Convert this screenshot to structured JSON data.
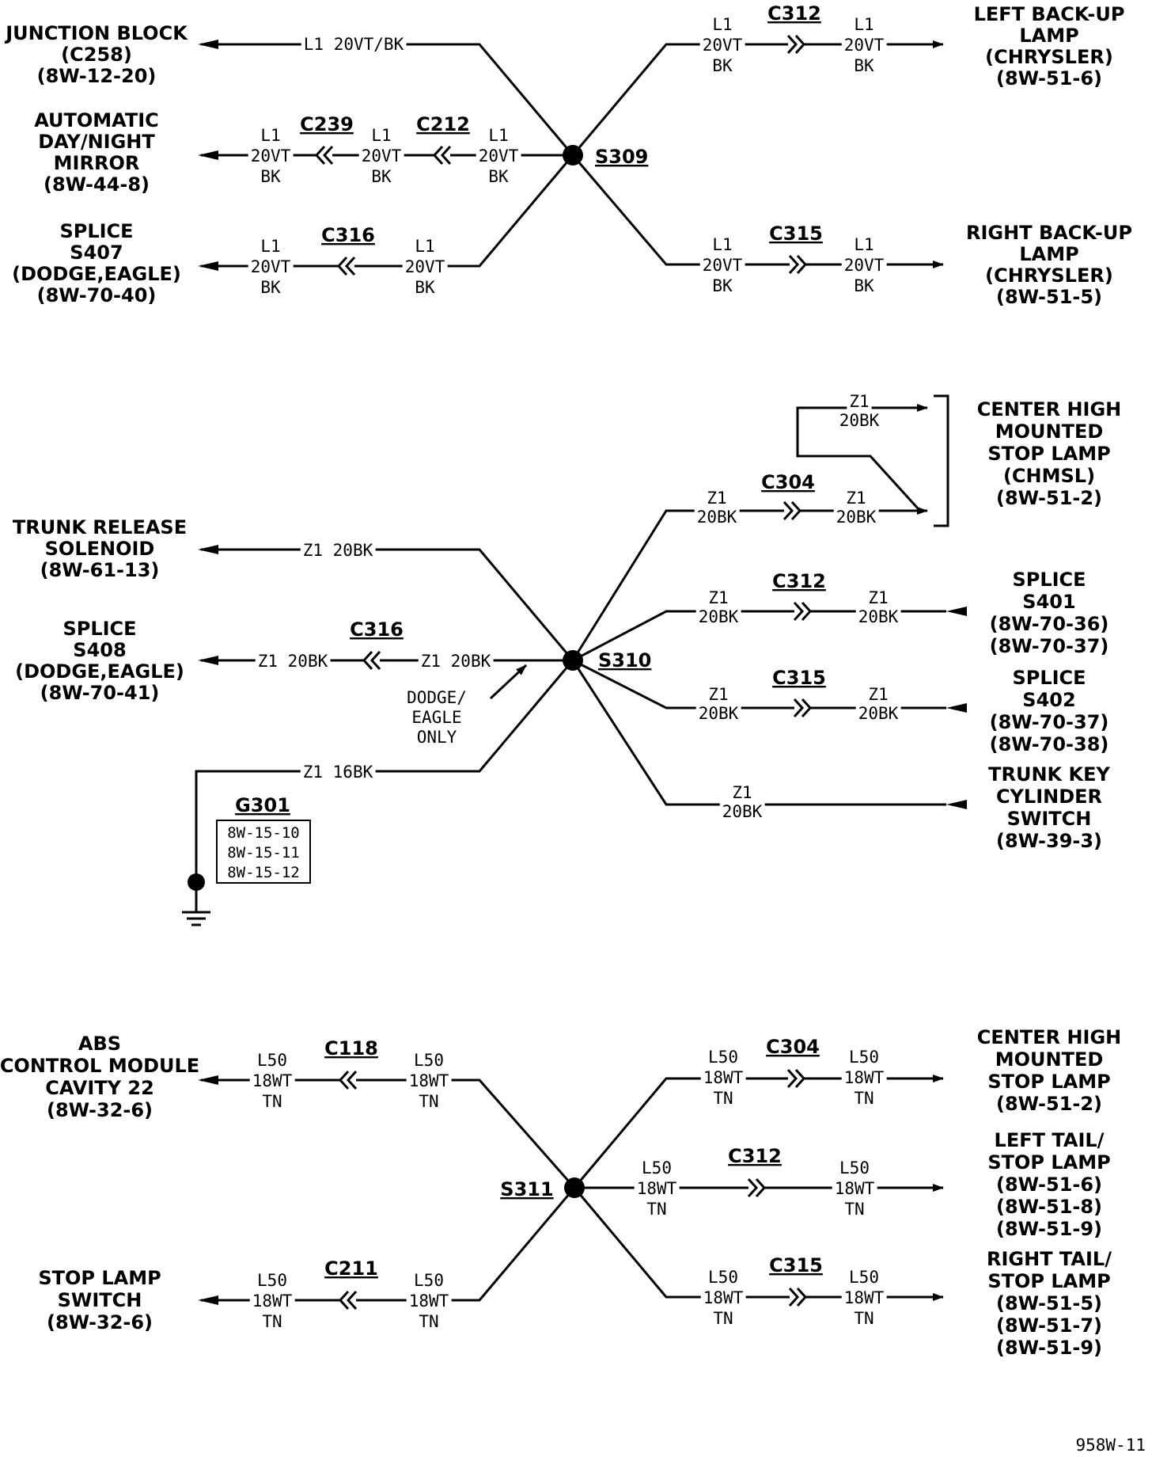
{
  "figure_id": "958W-11",
  "sections": {
    "s309": {
      "splice": "S309",
      "left": [
        {
          "label": [
            "JUNCTION BLOCK",
            "(C258)",
            "(8W-12-20)"
          ],
          "wire": [
            "L1 20VT/BK"
          ]
        },
        {
          "label": [
            "AUTOMATIC",
            "DAY/NIGHT",
            "MIRROR",
            "(8W-44-8)"
          ],
          "wire_outer": [
            "L1",
            "20VT",
            "BK"
          ],
          "conn_outer": "C239",
          "wire_mid": [
            "L1",
            "20VT",
            "BK"
          ],
          "conn_inner": "C212",
          "wire_inner": [
            "L1",
            "20VT",
            "BK"
          ]
        },
        {
          "label": [
            "SPLICE",
            "S407",
            "(DODGE,EAGLE)",
            "(8W-70-40)"
          ],
          "wire_outer": [
            "L1",
            "20VT",
            "BK"
          ],
          "conn": "C316",
          "wire_inner": [
            "L1",
            "20VT",
            "BK"
          ]
        }
      ],
      "right": [
        {
          "label": [
            "LEFT BACK-UP",
            "LAMP",
            "(CHRYSLER)",
            "(8W-51-6)"
          ],
          "wire_inner": [
            "L1",
            "20VT",
            "BK"
          ],
          "conn": "C312",
          "wire_outer": [
            "L1",
            "20VT",
            "BK"
          ]
        },
        {
          "label": [
            "RIGHT BACK-UP",
            "LAMP",
            "(CHRYSLER)",
            "(8W-51-5)"
          ],
          "wire_inner": [
            "L1",
            "20VT",
            "BK"
          ],
          "conn": "C315",
          "wire_outer": [
            "L1",
            "20VT",
            "BK"
          ]
        }
      ]
    },
    "s310": {
      "splice": "S310",
      "left": [
        {
          "label": [
            "TRUNK RELEASE",
            "SOLENOID",
            "(8W-61-13)"
          ],
          "wire": [
            "Z1 20BK"
          ]
        },
        {
          "label": [
            "SPLICE",
            "S408",
            "(DODGE,EAGLE)",
            "(8W-70-41)"
          ],
          "wire_outer": [
            "Z1 20BK"
          ],
          "conn": "C316",
          "wire_inner": [
            "Z1 20BK"
          ]
        },
        {
          "wire": [
            "Z1 16BK"
          ]
        }
      ],
      "note": [
        "DODGE/",
        "EAGLE",
        "ONLY"
      ],
      "ground": {
        "name": "G301",
        "refs": [
          "8W-15-10",
          "8W-15-11",
          "8W-15-12"
        ]
      },
      "right": [
        {
          "label": [
            "CENTER HIGH",
            "MOUNTED",
            "STOP LAMP",
            "(CHMSL)",
            "(8W-51-2)"
          ],
          "wire_top": [
            "Z1",
            "20BK"
          ],
          "wire_inner": [
            "Z1",
            "20BK"
          ],
          "conn": "C304",
          "wire_outer": [
            "Z1",
            "20BK"
          ]
        },
        {
          "label": [
            "SPLICE",
            "S401",
            "(8W-70-36)",
            "(8W-70-37)"
          ],
          "wire_inner": [
            "Z1",
            "20BK"
          ],
          "conn": "C312",
          "wire_outer": [
            "Z1",
            "20BK"
          ]
        },
        {
          "label": [
            "SPLICE",
            "S402",
            "(8W-70-37)",
            "(8W-70-38)"
          ],
          "wire_inner": [
            "Z1",
            "20BK"
          ],
          "conn": "C315",
          "wire_outer": [
            "Z1",
            "20BK"
          ]
        },
        {
          "label": [
            "TRUNK KEY",
            "CYLINDER",
            "SWITCH",
            "(8W-39-3)"
          ],
          "wire": [
            "Z1",
            "20BK"
          ]
        }
      ]
    },
    "s311": {
      "splice": "S311",
      "left": [
        {
          "label": [
            "ABS",
            "CONTROL MODULE",
            "CAVITY 22",
            "(8W-32-6)"
          ],
          "wire_outer": [
            "L50",
            "18WT",
            "TN"
          ],
          "conn": "C118",
          "wire_inner": [
            "L50",
            "18WT",
            "TN"
          ]
        },
        {
          "label": [
            "STOP LAMP",
            "SWITCH",
            "(8W-32-6)"
          ],
          "wire_outer": [
            "L50",
            "18WT",
            "TN"
          ],
          "conn": "C211",
          "wire_inner": [
            "L50",
            "18WT",
            "TN"
          ]
        }
      ],
      "right": [
        {
          "label": [
            "CENTER HIGH",
            "MOUNTED",
            "STOP LAMP",
            "(8W-51-2)"
          ],
          "wire_inner": [
            "L50",
            "18WT",
            "TN"
          ],
          "conn": "C304",
          "wire_outer": [
            "L50",
            "18WT",
            "TN"
          ]
        },
        {
          "label": [
            "LEFT TAIL/",
            "STOP LAMP",
            "(8W-51-6)",
            "(8W-51-8)",
            "(8W-51-9)"
          ],
          "wire_inner": [
            "L50",
            "18WT",
            "TN"
          ],
          "conn": "C312",
          "wire_outer": [
            "L50",
            "18WT",
            "TN"
          ]
        },
        {
          "label": [
            "RIGHT TAIL/",
            "STOP LAMP",
            "(8W-51-5)",
            "(8W-51-7)",
            "(8W-51-9)"
          ],
          "wire_inner": [
            "L50",
            "18WT",
            "TN"
          ],
          "conn": "C315",
          "wire_outer": [
            "L50",
            "18WT",
            "TN"
          ]
        }
      ]
    }
  }
}
